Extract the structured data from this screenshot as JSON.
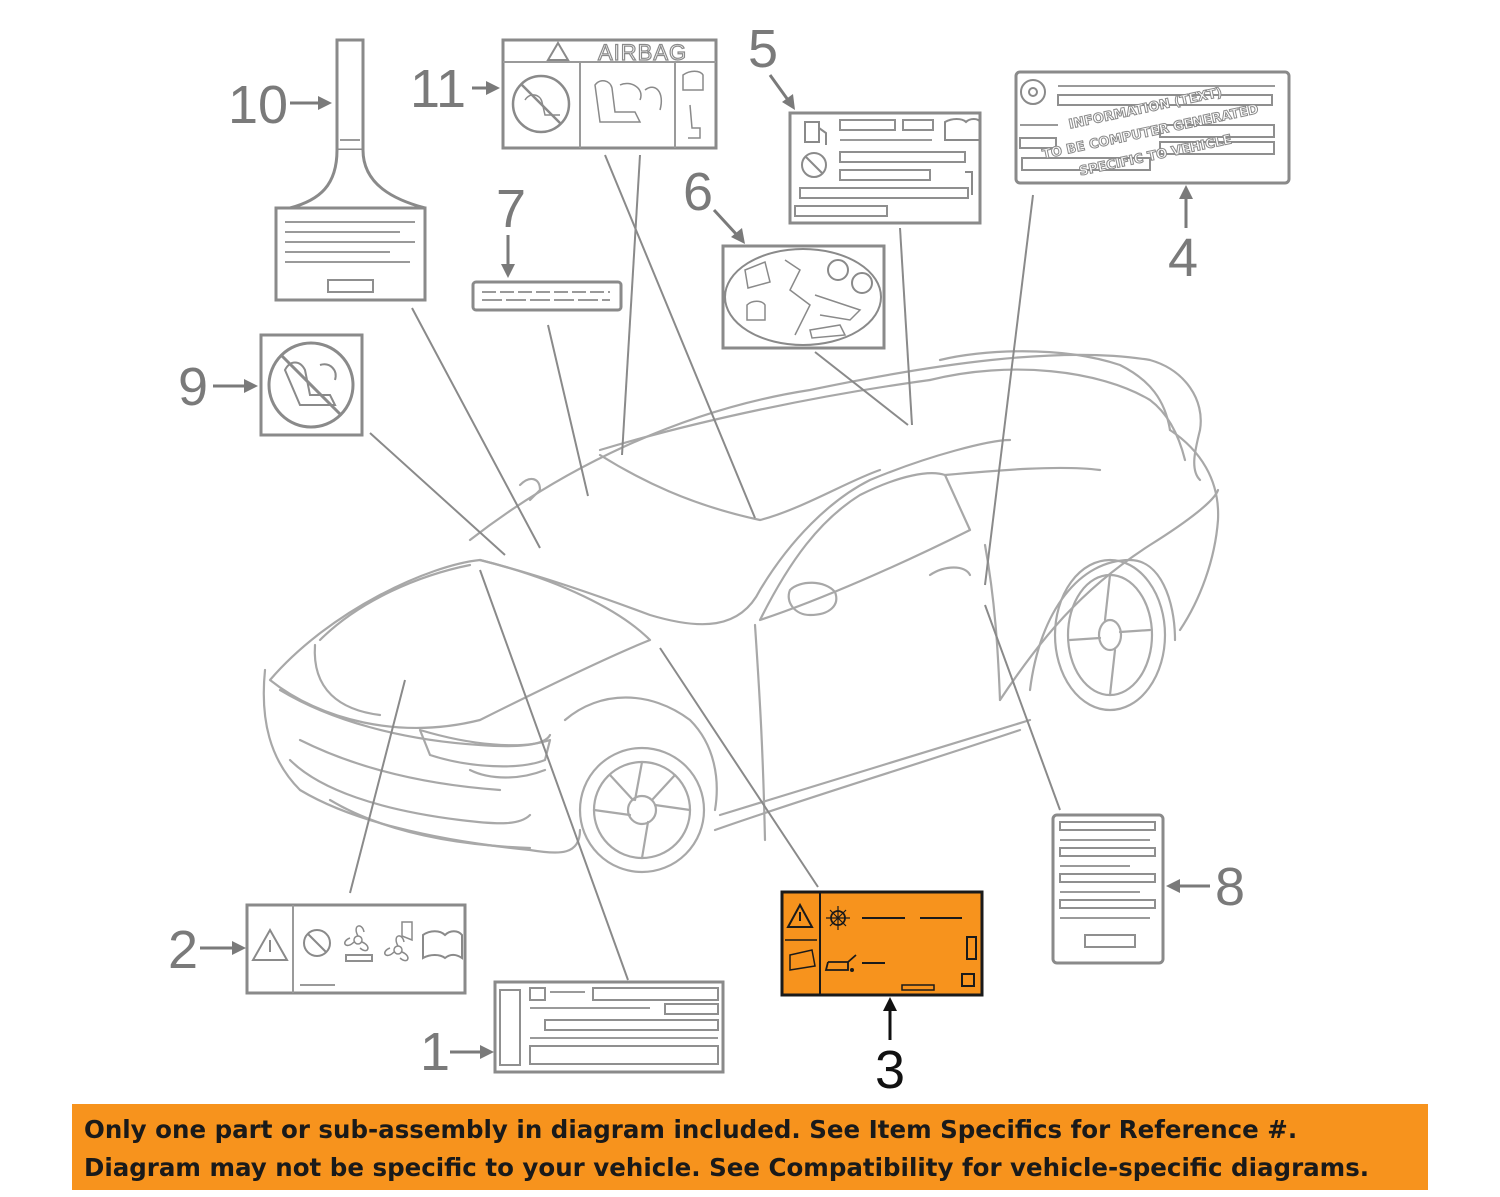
{
  "callouts": [
    "1",
    "2",
    "3",
    "4",
    "5",
    "6",
    "7",
    "8",
    "9",
    "10",
    "11"
  ],
  "label_11": {
    "text": "AIRBAG"
  },
  "label_4": {
    "line1": "INFORMATION (TEXT)",
    "line2": "TO BE COMPUTER GENERATED",
    "line3": "SPECIFIC TO VEHICLE"
  },
  "highlight": {
    "part": "3",
    "color": "#f7931d"
  },
  "banner": {
    "line1": "Only one part or sub-assembly in diagram included. See Item Specifics for Reference #.",
    "line2": "Diagram may not be specific to your vehicle. See Compatibility for vehicle-specific diagrams.",
    "color": "#f7931d"
  },
  "icons": [
    "warning-icon",
    "no-child-seat-icon",
    "fan-icon",
    "manual-icon",
    "fuel-pump-icon",
    "engine-icon",
    "oil-can-icon",
    "hood-icon"
  ]
}
